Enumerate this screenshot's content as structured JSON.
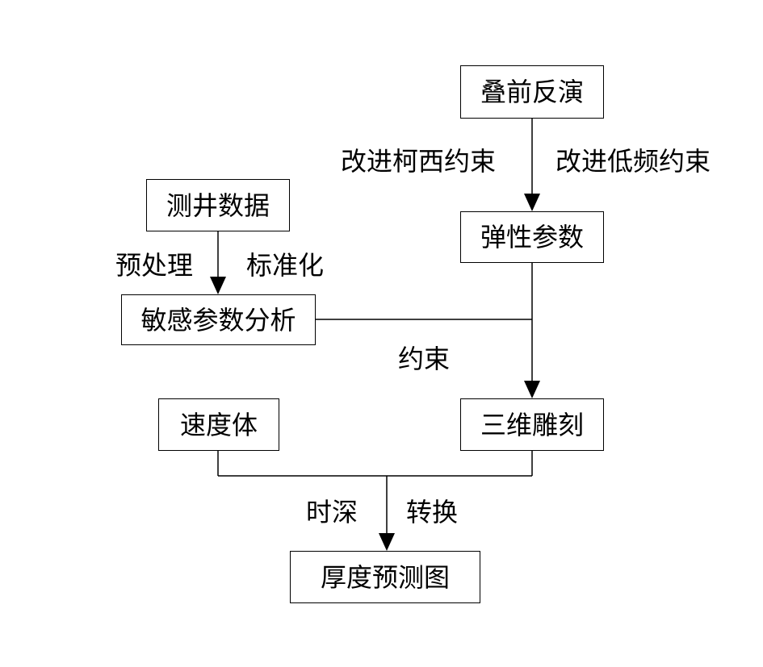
{
  "nodes": {
    "prestack_inversion": "叠前反演",
    "elastic_params": "弹性参数",
    "well_data": "测井数据",
    "sensitive_analysis": "敏感参数分析",
    "velocity_volume": "速度体",
    "carving_3d": "三维雕刻",
    "thickness_map": "厚度预测图"
  },
  "edge_labels": {
    "cauchy_constraint": "改进柯西约束",
    "lowfreq_constraint": "改进低频约束",
    "preprocess": "预处理",
    "normalize": "标准化",
    "constraint": "约束",
    "time_depth": "时深",
    "conversion": "转换"
  }
}
